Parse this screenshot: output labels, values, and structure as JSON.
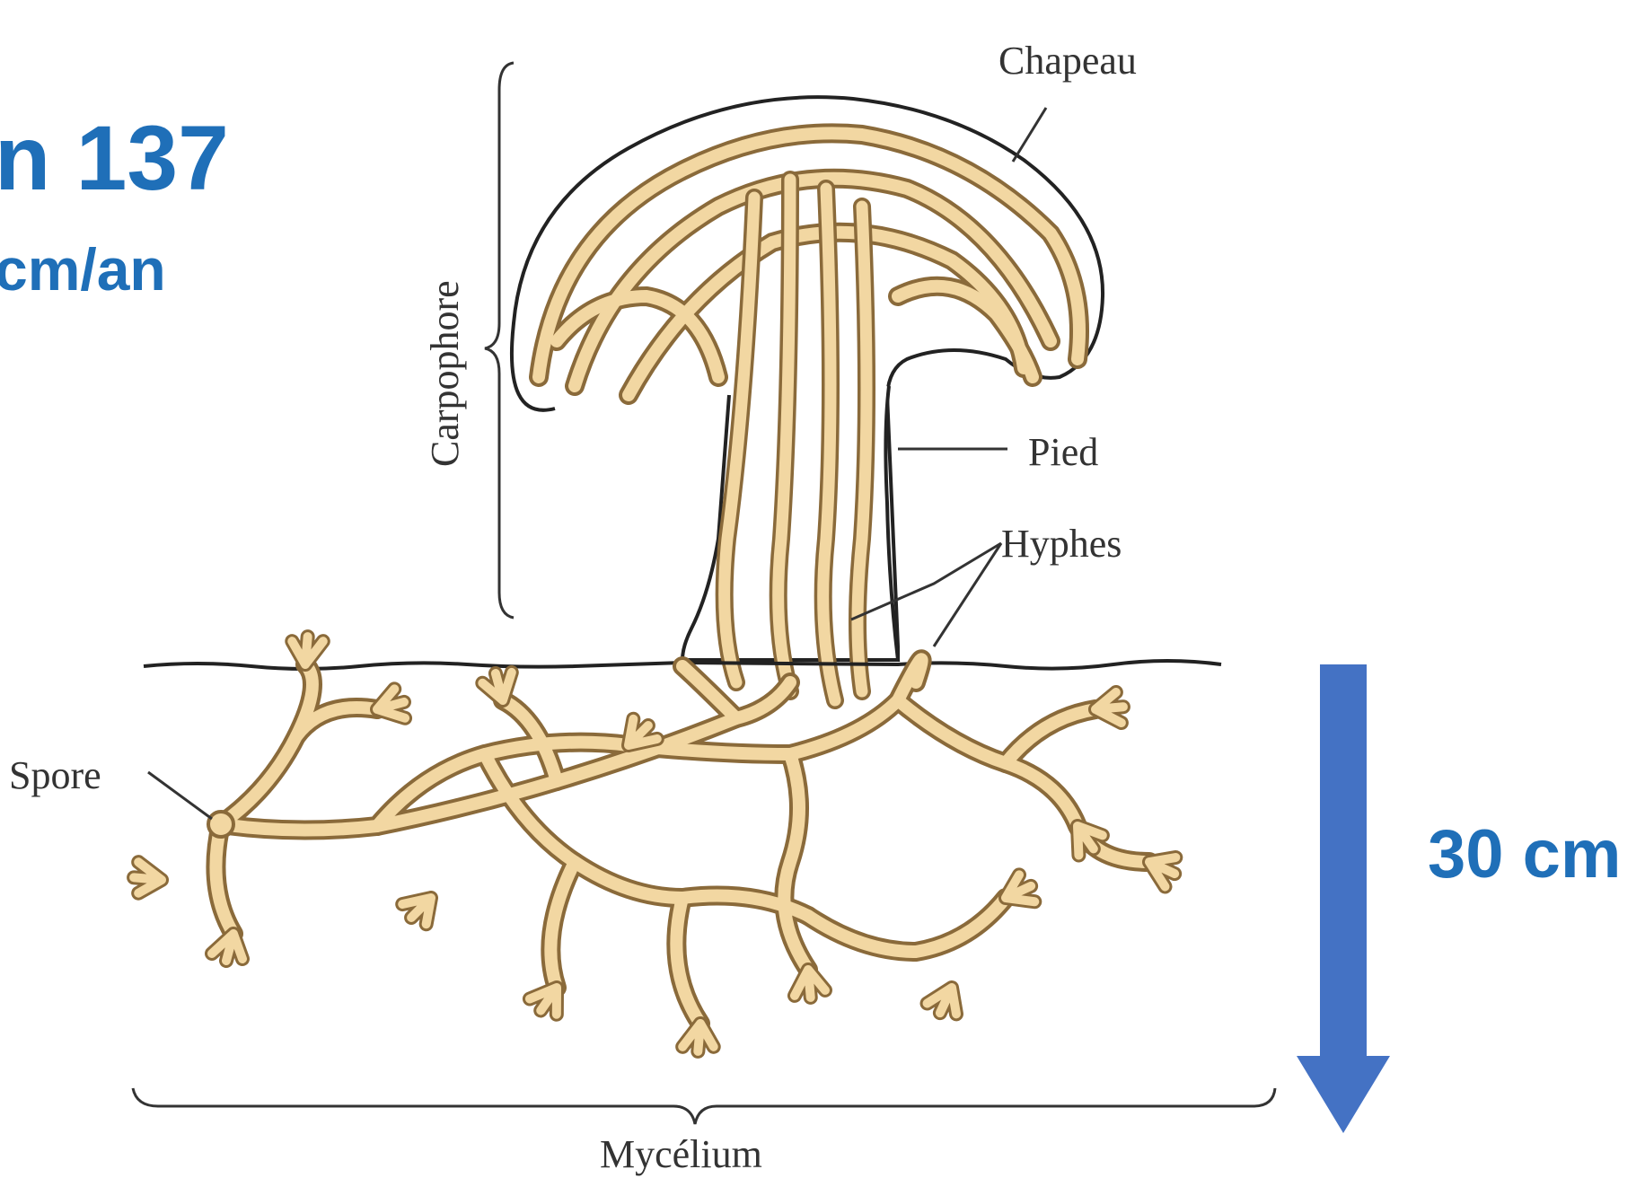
{
  "overlay": {
    "title_fragment": "n 137",
    "subtitle_fragment": "cm/an",
    "depth_label": "30 cm",
    "arrow_color": "#4472c4",
    "text_color": "#1f6fb8"
  },
  "diagram": {
    "labels": {
      "cap": "Chapeau",
      "fruiting_body": "Carpophore",
      "stem": "Pied",
      "hyphae": "Hyphes",
      "spore": "Spore",
      "mycelium": "Mycélium"
    },
    "colors": {
      "hyphae_fill": "#f2d7a2",
      "hyphae_stroke": "#8a6a3a",
      "outline": "#222222"
    }
  }
}
